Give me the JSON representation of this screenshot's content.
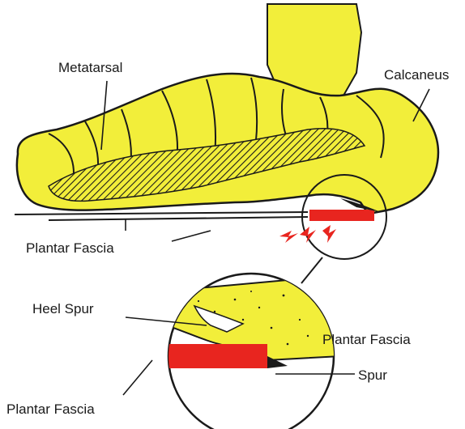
{
  "labels": {
    "metatarsal": "Metatarsal",
    "calcaneus": "Calcaneus",
    "plantar_fascia_top": "Plantar Fascia",
    "heel_spur": "Heel Spur",
    "plantar_fascia_right": "Plantar Fascia",
    "spur": "Spur",
    "plantar_fascia_bottom": "Plantar Fascia"
  },
  "colors": {
    "bone": "#f2ee3a",
    "outline": "#1a1a1a",
    "fascia": "#e8251f",
    "pain": "#e8251f",
    "background": "#ffffff"
  }
}
